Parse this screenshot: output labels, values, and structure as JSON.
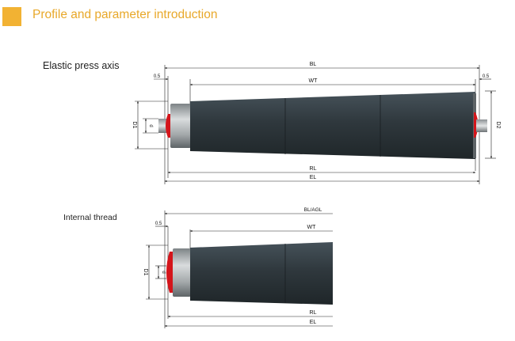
{
  "header": {
    "title": "Profile and parameter introduction",
    "accent_color": "#f2b233"
  },
  "section1": {
    "title": "Elastic press axis",
    "labels": {
      "bl": "BL",
      "wt": "WT",
      "rl": "RL",
      "el": "EL",
      "d1": "D1",
      "d2": "D2",
      "d": "d",
      "gap_left": "0.5",
      "gap_right": "0.5"
    }
  },
  "section2": {
    "title": "Internal thread",
    "labels": {
      "bl": "BL/AGL",
      "wt": "WT",
      "rl": "RL",
      "el": "EL",
      "d1": "D1",
      "d": "d",
      "gap": "0.5"
    }
  },
  "colors": {
    "roller": "#2c3438",
    "roller_highlight": "#3c464b",
    "hub": "#9aa0a3",
    "seal": "#d4151b"
  }
}
